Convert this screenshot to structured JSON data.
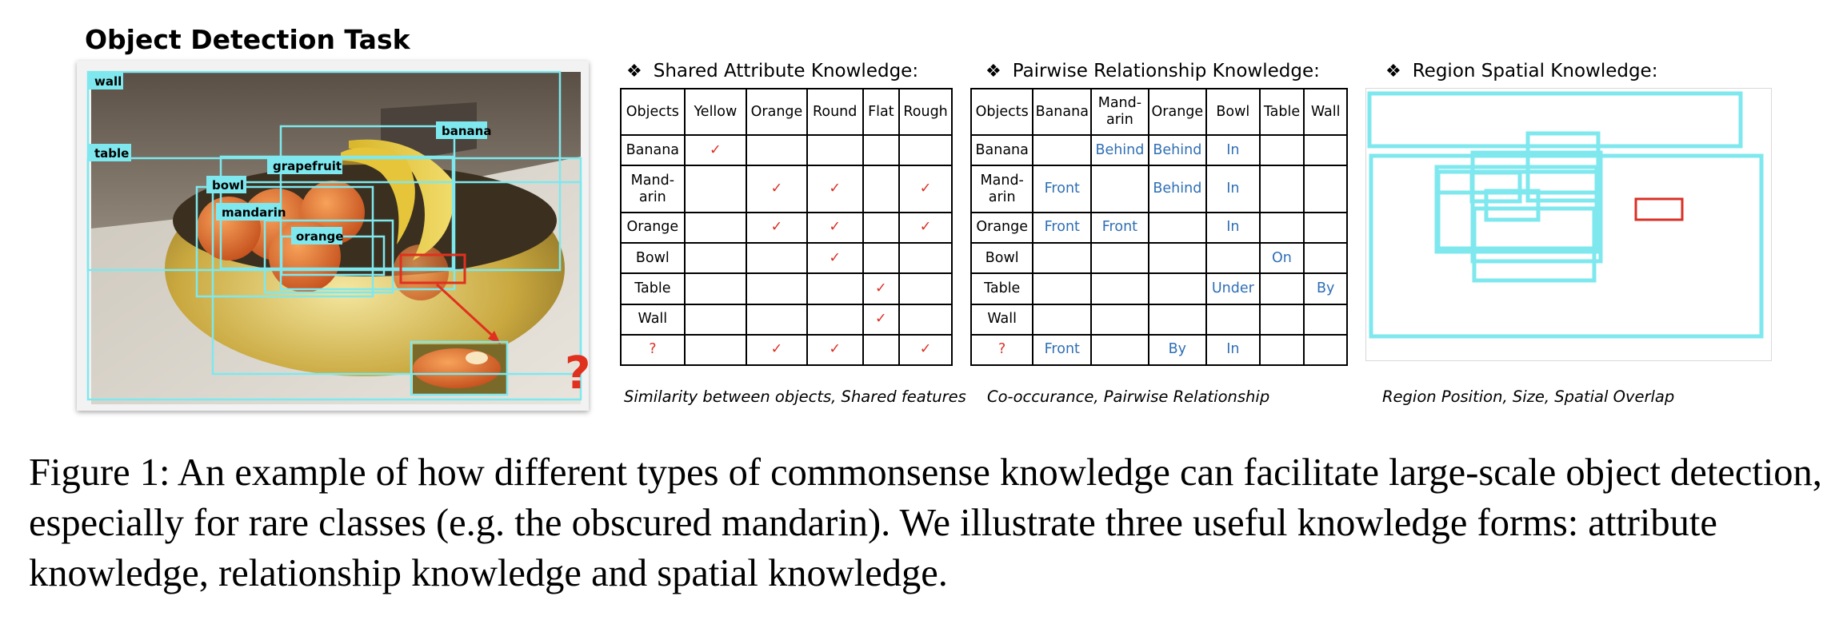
{
  "panel_title": "Object Detection Task",
  "photo": {
    "labels": [
      "wall",
      "banana",
      "table",
      "grapefruit",
      "bowl",
      "mandarin",
      "orange"
    ],
    "question_mark": "?"
  },
  "attribute_section": {
    "heading": "Shared Attribute Knowledge:",
    "bullet": "❖",
    "columns": [
      "Objects",
      "Yellow",
      "Orange",
      "Round",
      "Flat",
      "Rough"
    ],
    "rows": [
      {
        "object": "Banana",
        "cells": [
          "✓",
          "",
          "",
          "",
          ""
        ]
      },
      {
        "object": "Mand-\narin",
        "cells": [
          "",
          "✓",
          "✓",
          "",
          "✓"
        ]
      },
      {
        "object": "Orange",
        "cells": [
          "",
          "✓",
          "✓",
          "",
          "✓"
        ]
      },
      {
        "object": "Bowl",
        "cells": [
          "",
          "",
          "✓",
          "",
          ""
        ]
      },
      {
        "object": "Table",
        "cells": [
          "",
          "",
          "",
          "✓",
          ""
        ]
      },
      {
        "object": "Wall",
        "cells": [
          "",
          "",
          "",
          "✓",
          ""
        ]
      },
      {
        "object": "?",
        "cells": [
          "",
          "✓",
          "✓",
          "",
          "✓"
        ]
      }
    ],
    "caption": "Similarity between objects, Shared features"
  },
  "relationship_section": {
    "heading": "Pairwise Relationship Knowledge:",
    "bullet": "❖",
    "columns": [
      "Objects",
      "Banana",
      "Mand-\narin",
      "Orange",
      "Bowl",
      "Table",
      "Wall"
    ],
    "rows": [
      {
        "object": "Banana",
        "cells": [
          "",
          "Behind",
          "Behind",
          "In",
          "",
          ""
        ]
      },
      {
        "object": "Mand-\narin",
        "cells": [
          "Front",
          "",
          "Behind",
          "In",
          "",
          ""
        ]
      },
      {
        "object": "Orange",
        "cells": [
          "Front",
          "Front",
          "",
          "In",
          "",
          ""
        ]
      },
      {
        "object": "Bowl",
        "cells": [
          "",
          "",
          "",
          "",
          "On",
          ""
        ]
      },
      {
        "object": "Table",
        "cells": [
          "",
          "",
          "",
          "Under",
          "",
          "By"
        ]
      },
      {
        "object": "Wall",
        "cells": [
          "",
          "",
          "",
          "",
          "",
          ""
        ]
      },
      {
        "object": "?",
        "cells": [
          "Front",
          "",
          "By",
          "In",
          "",
          ""
        ]
      }
    ],
    "caption": "Co-occurance,  Pairwise Relationship"
  },
  "spatial_section": {
    "heading": "Region Spatial Knowledge:",
    "bullet": "❖",
    "caption": "Region Position, Size, Spatial Overlap",
    "box_color": "#7ee8ee",
    "query_color": "#d93025"
  },
  "figure_caption": "Figure 1: An example of how different types of commonsense knowledge can facilitate large-scale object detection, especially for rare classes (e.g. the obscured mandarin). We illustrate three useful knowledge forms: attribute knowledge, relationship knowledge and spatial knowledge."
}
